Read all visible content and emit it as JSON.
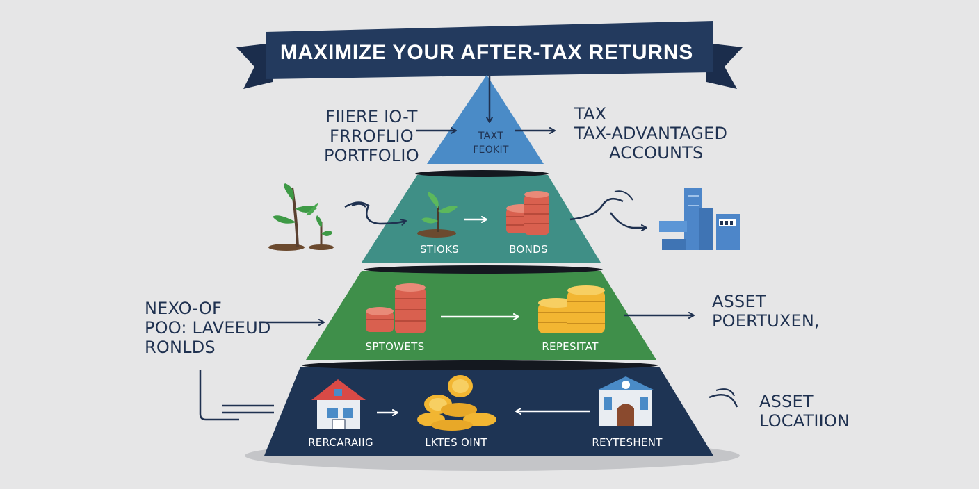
{
  "banner": {
    "title": "MAXIMIZE YOUR AFTER-TAX RETURNS"
  },
  "apex": {
    "line1": "TAXT",
    "line2": "FEOKIT"
  },
  "side_labels": {
    "top_left": [
      "FIIERE IO-T",
      "FRROFLIO",
      "PORTFOLIO"
    ],
    "top_right": [
      "TAX",
      "TAX-ADVANTAGED",
      "ACCOUNTS"
    ],
    "mid_left": [
      "NEXO-OF",
      "POO: LAVEEUD",
      "RONLDS"
    ],
    "mid_right": [
      "ASSET",
      "POERTUXEN,"
    ],
    "bottom_right": [
      "ASSET",
      "LOCATIION"
    ]
  },
  "tiers": {
    "tier1": {
      "left": "STIOKS",
      "right": "BONDS"
    },
    "tier2": {
      "left": "SPTOWETS",
      "right": "REPESITAT"
    },
    "tier3": {
      "left": "RERCARAIIG",
      "center": "LKTES OINT",
      "right": "REYTESHENT"
    }
  },
  "colors": {
    "background": "#e6e6e7",
    "navy": "#1f3150",
    "apex_blue": "#4a8bc7",
    "tier1_teal": "#3f8f86",
    "tier2_green": "#3f8f4a",
    "tier3_navy": "#1e3454",
    "coin_gold": "#f2b632",
    "chip_red": "#d9604f",
    "plant_green": "#3e9a46",
    "building_blue": "#4d86c9"
  }
}
